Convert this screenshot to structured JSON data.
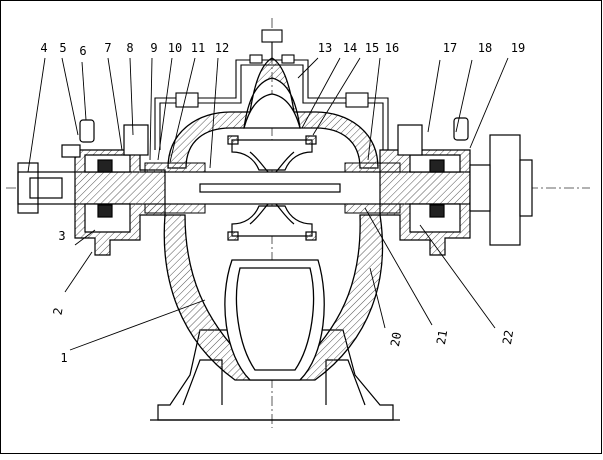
{
  "diagram": {
    "labels": {
      "p1": "1",
      "p2": "2",
      "p3": "3",
      "p4": "4",
      "p5": "5",
      "p6": "6",
      "p7": "7",
      "p8": "8",
      "p9": "9",
      "p10": "10",
      "p11": "11",
      "p12": "12",
      "p13": "13",
      "p14": "14",
      "p15": "15",
      "p16": "16",
      "p17": "17",
      "p18": "18",
      "p19": "19",
      "p20": "20",
      "p21": "21",
      "p22": "22"
    },
    "colors": {
      "background": "#ffffff",
      "line": "#000000",
      "hatch": "#555555",
      "centerline": "#333333"
    }
  }
}
